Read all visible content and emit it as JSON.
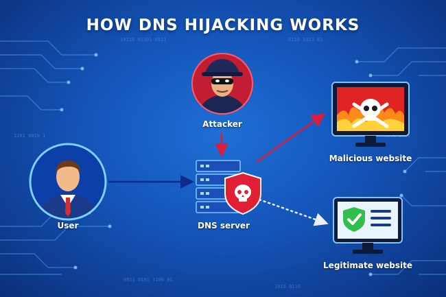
{
  "title": "HOW DNS HIJACKING WORKS",
  "nodes": {
    "user": {
      "label": "User",
      "icon": "user-icon"
    },
    "attacker": {
      "label": "Attacker",
      "icon": "hacker-icon"
    },
    "dns_server": {
      "label": "DNS server",
      "icon": "server-icon"
    },
    "malicious": {
      "label": "Malicious website",
      "icon": "skull-monitor-icon"
    },
    "legitimate": {
      "label": "Legitimate website",
      "icon": "shield-check-monitor-icon"
    }
  },
  "edges": [
    {
      "from": "user",
      "to": "dns_server",
      "style": "solid",
      "color": "#0d2a8c"
    },
    {
      "from": "attacker",
      "to": "dns_server",
      "style": "solid",
      "color": "#d81e3c"
    },
    {
      "from": "dns_server",
      "to": "malicious",
      "style": "solid",
      "color": "#d81e3c"
    },
    {
      "from": "dns_server",
      "to": "legitimate",
      "style": "dotted",
      "color": "#e8f0ff"
    }
  ],
  "colors": {
    "background": "#1454b8",
    "danger": "#d81e3c",
    "safe": "#2fbf4a"
  }
}
